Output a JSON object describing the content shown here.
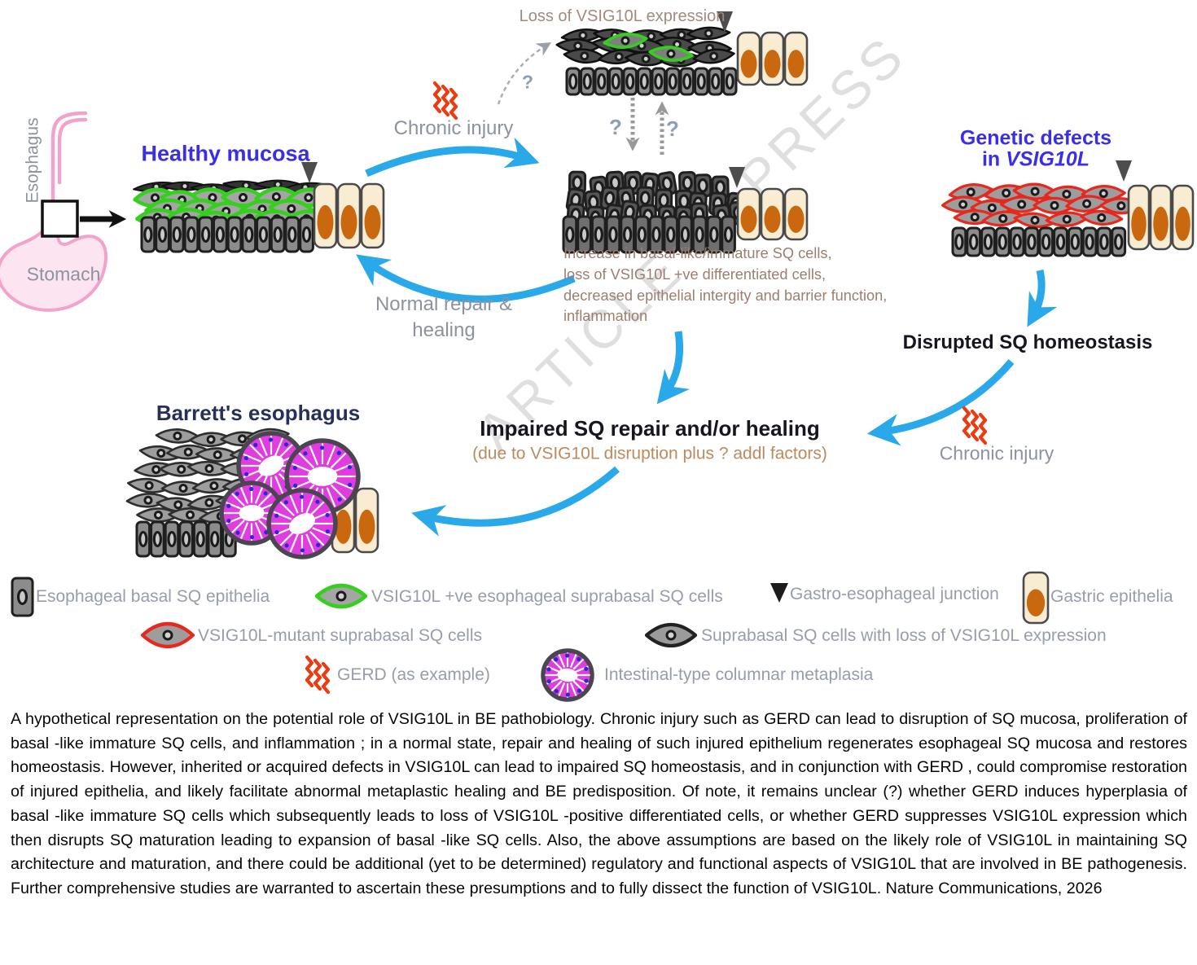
{
  "colors": {
    "accent_blue": "#29a8ea",
    "label_blue": "#3a2ee8",
    "gray_label": "#8d939e",
    "legend_gray": "#979daa",
    "brown_note": "#9c7e70",
    "tan_note": "#bd8a5e",
    "dark_title": "#16161f",
    "barretts_navy": "#293057",
    "loss_label": "#a18a7e",
    "question_gray": "#8f9cb5",
    "green": "#35cf1d",
    "red_outline": "#e8271d",
    "zigzag_red": "#ee3a10",
    "magenta": "#e03ce0",
    "orange": "#c9680e",
    "cream": "#f8ecd2",
    "cell_gray": "#9b9b9b",
    "basal_gray": "#8c8c8c",
    "dark_cell": "#4a4a4a",
    "pink": "#f2a3cc",
    "pink_fill": "#fce4f1",
    "watermark_gray": "#b9b9b9"
  },
  "diagram": {
    "watermark": "ARTICLE IN PRESS",
    "anatomy": {
      "esophagus": "Esophagus",
      "stomach": "Stomach"
    },
    "labels": {
      "healthy_mucosa": "Healthy mucosa",
      "loss_expression": "Loss of VSIG10L expression",
      "chronic_injury_top": "Chronic injury",
      "normal_repair_line1": "Normal repair &",
      "normal_repair_line2": "healing",
      "genetic_defects_line1": "Genetic defects",
      "genetic_defects_line2_prefix": "in",
      "genetic_defects_gene": "VSIG10L",
      "disrupted": "Disrupted SQ homeostasis",
      "chronic_injury_right": "Chronic injury",
      "impaired_title": "Impaired SQ repair and/or healing",
      "impaired_subtitle": "(due to VSIG10L disruption plus ? addl factors)",
      "barretts": "Barrett's esophagus",
      "question_mark": "?"
    },
    "middle_notes": {
      "line1": "Increase in basal-like/immature SQ cells,",
      "line2": "loss of VSIG10L +ve differentiated cells,",
      "line3": "decreased epithelial intergity and barrier function,",
      "line4": "inflammation"
    }
  },
  "legend": {
    "items": [
      {
        "icon": "basal-cell-icon",
        "label": "Esophageal basal SQ epithelia"
      },
      {
        "icon": "vsig10l-positive-cell-icon",
        "label": "VSIG10L +ve esophageal suprabasal SQ cells"
      },
      {
        "icon": "gastro-esophageal-junction-icon",
        "label": "Gastro-esophageal junction"
      },
      {
        "icon": "gastric-epithelia-icon",
        "label": "Gastric epithelia"
      },
      {
        "icon": "vsig10l-mutant-cell-icon",
        "label": "VSIG10L-mutant suprabasal SQ cells"
      },
      {
        "icon": "vsig10l-loss-cell-icon",
        "label": "Suprabasal SQ cells with loss of VSIG10L expression"
      },
      {
        "icon": "gerd-zigzag-icon",
        "label": "GERD (as example)"
      },
      {
        "icon": "columnar-metaplasia-icon",
        "label": "Intestinal-type columnar metaplasia"
      }
    ]
  },
  "caption": {
    "text": "A hypothetical representation on the potential role of VSIG10L in BE pathobiology. Chronic injury such as GERD can lead to disruption of SQ mucosa, proliferation of basal -like immature SQ cells, and inflammation ; in a normal state, repair and healing of such injured epithelium regenerates esophageal SQ mucosa and restores homeostasis. However, inherited or acquired defects in VSIG10L can lead to impaired SQ homeostasis, and in conjunction with GERD , could compromise restoration of injured epithelia, and likely facilitate abnormal metaplastic healing and BE predisposition. Of note, it remains unclear (?) whether GERD induces hyperplasia of basal -like immature SQ cells which subsequently leads to loss of VSIG10L -positive differentiated cells, or whether GERD suppresses VSIG10L expression which then disrupts SQ maturation leading to expansion of basal -like SQ cells. Also, the above assumptions are based on the likely role of VSIG10L in maintaining SQ architecture and maturation, and there could be additional (yet to be determined) regulatory and functional aspects of VSIG10L that are involved in BE pathogenesis. Further comprehensive studies are warranted to ascertain these presumptions and to fully dissect the function of VSIG10L. Nature Communications, 2026"
  }
}
